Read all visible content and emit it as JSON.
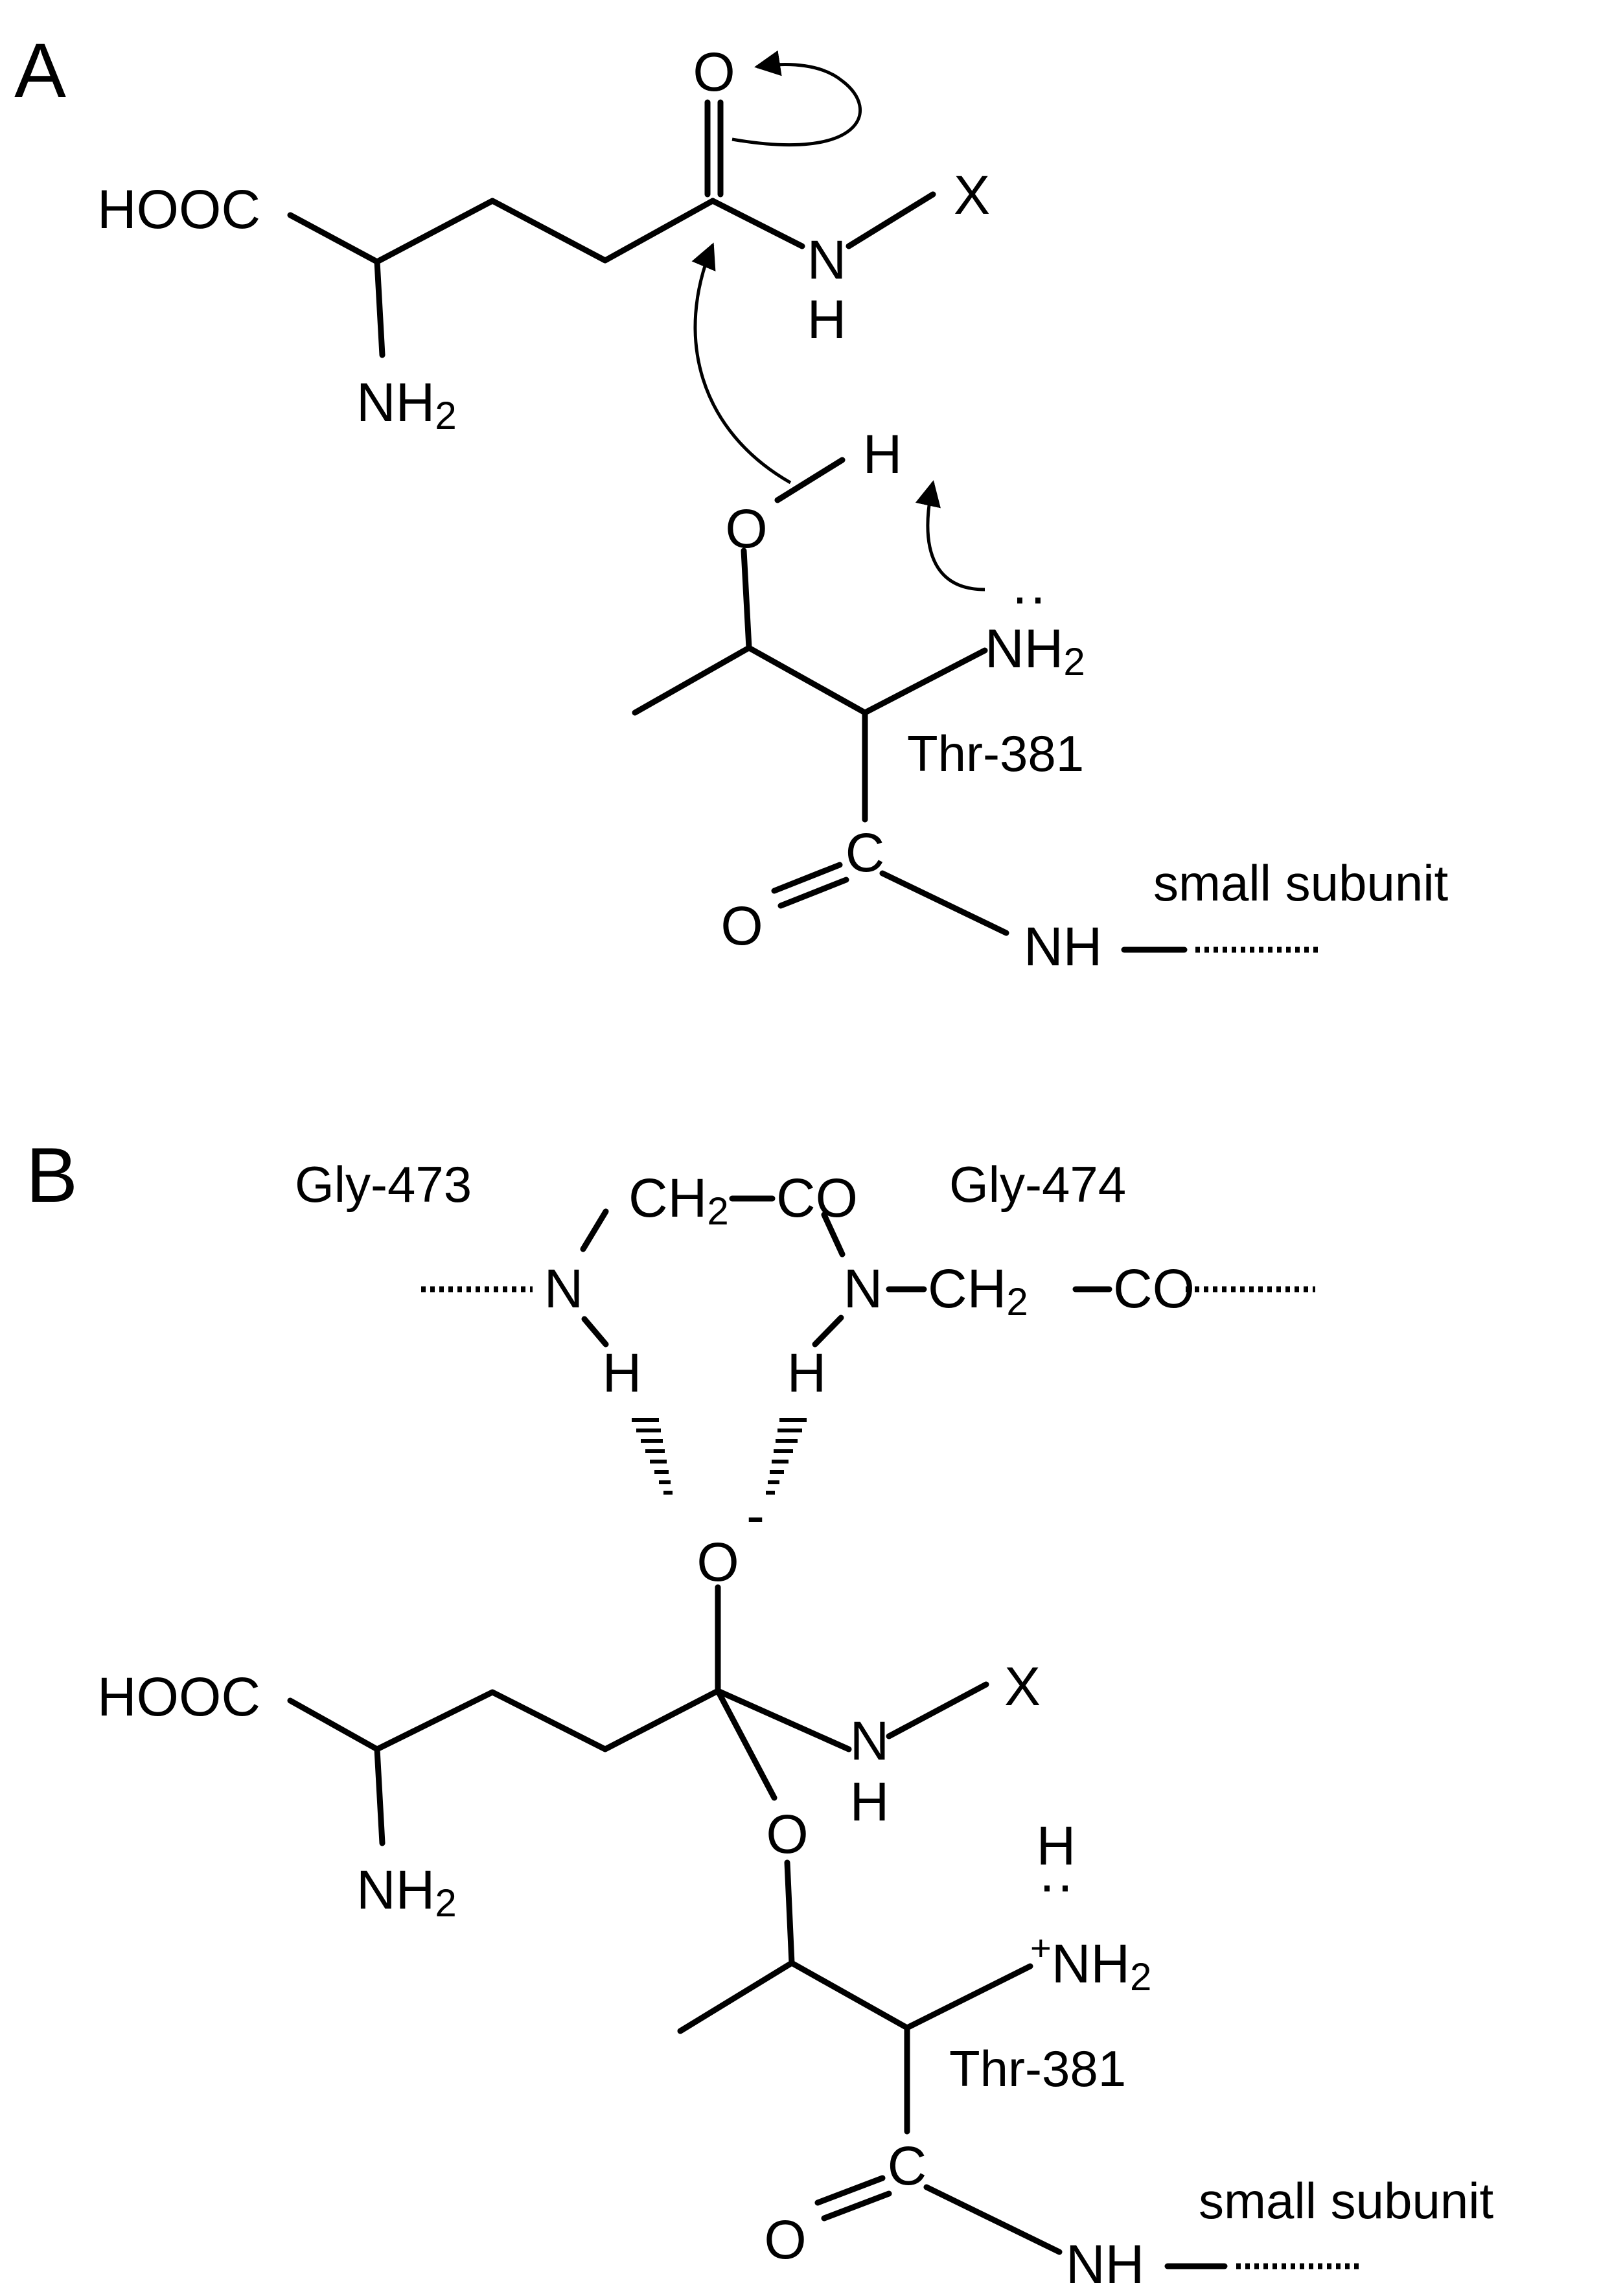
{
  "panels": [
    {
      "label": "A",
      "atoms": {
        "carbonyl_o": "O",
        "acid": "HOOC",
        "amide_n": "N",
        "amide_h": "H",
        "substituent": "X",
        "amino_n": "NH",
        "amino_sub": "2",
        "hydroxyl_o": "O",
        "hydroxyl_h": "H",
        "thr_amino_n": "NH",
        "thr_amino_sub": "2",
        "lone_pair": "··",
        "carbonyl_c": "C",
        "thr_carbonyl_o": "O",
        "backbone_nh": "NH"
      },
      "residue": "Thr-381",
      "subunit": "small subunit"
    },
    {
      "label": "B",
      "atoms": {
        "gly473_n": "N",
        "gly473_h": "H",
        "gly473_ch": "CH",
        "gly473_ch_sub": "2",
        "gly473_co": "CO",
        "gly474_n": "N",
        "gly474_h": "H",
        "gly474_ch": "CH",
        "gly474_ch_sub": "2",
        "gly474_co": "CO",
        "oxyanion": "O",
        "oxyanion_charge": "-",
        "acid": "HOOC",
        "amino_n": "NH",
        "amino_sub": "2",
        "amide_n": "N",
        "amide_h": "H",
        "substituent": "X",
        "ester_o": "O",
        "ammonium_h": "H",
        "lone_pair": "··",
        "ammonium_charge": "+",
        "ammonium_n": "NH",
        "ammonium_sub": "2",
        "carbonyl_c": "C",
        "thr_carbonyl_o": "O",
        "backbone_nh": "NH"
      },
      "residues": {
        "gly473": "Gly-473",
        "gly474": "Gly-474",
        "thr": "Thr-381"
      },
      "subunit": "small subunit"
    }
  ]
}
